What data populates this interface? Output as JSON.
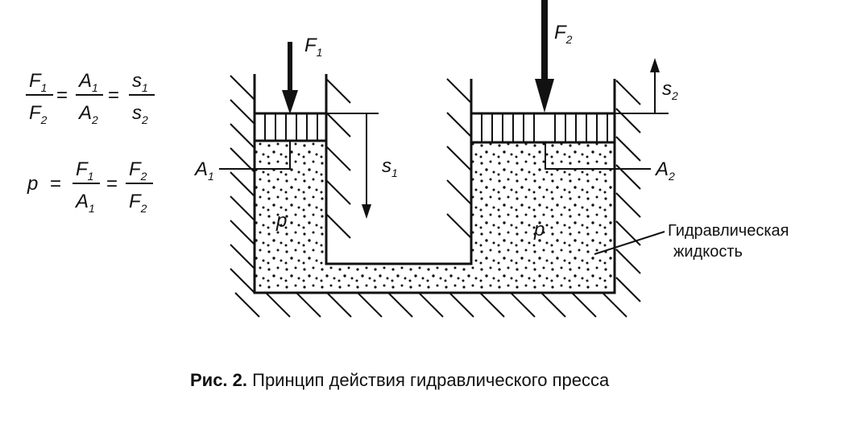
{
  "formulas": {
    "row1": {
      "f1": "F",
      "f1_sub": "1",
      "f2": "F",
      "f2_sub": "2",
      "eq1": "=",
      "a1": "A",
      "a1_sub": "1",
      "a2": "A",
      "a2_sub": "2",
      "eq2": "=",
      "s1": "s",
      "s1_sub": "1",
      "s2": "s",
      "s2_sub": "2"
    },
    "row2": {
      "p": "p",
      "eq1": "=",
      "f1": "F",
      "f1_sub": "1",
      "a1": "A",
      "a1_sub": "1",
      "eq2": "=",
      "f2": "F",
      "f2_sub": "2",
      "f2b": "F",
      "f2b_sub": "2"
    }
  },
  "labels": {
    "F1": "F",
    "F1_sub": "1",
    "F2": "F",
    "F2_sub": "2",
    "A1": "A",
    "A1_sub": "1",
    "A2": "A",
    "A2_sub": "2",
    "s1": "s",
    "s1_sub": "1",
    "s2": "s",
    "s2_sub": "2",
    "p_left": "p",
    "p_right": "p",
    "fluid_line1": "Гидравлическая",
    "fluid_line2": "жидкость"
  },
  "caption": {
    "prefix": "Рис. 2.",
    "text": " Принцип действия гидравлического пресса"
  }
}
